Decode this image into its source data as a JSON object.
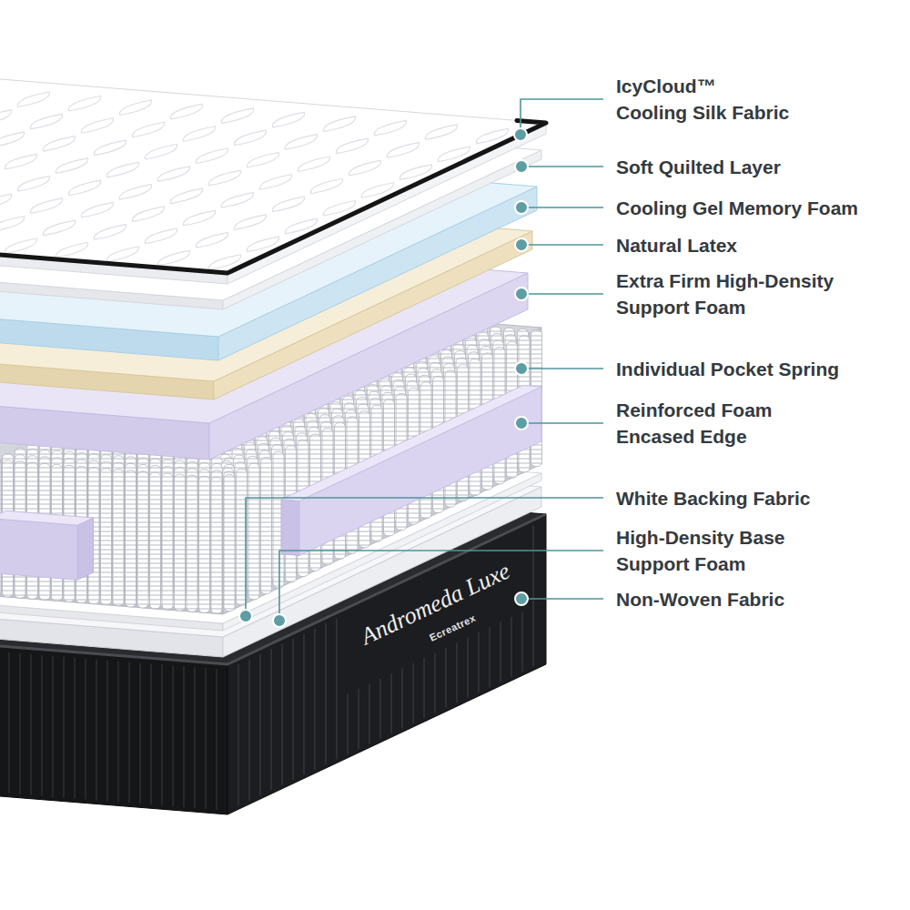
{
  "diagram": {
    "labels": [
      "IcyCloud™ Cooling Silk Fabric",
      "Soft Quilted Layer",
      "Cooling Gel Memory Foam",
      "Natural Latex",
      "Extra Firm High-Density Support Foam",
      "Individual Pocket Spring",
      "Reinforced Foam Encased Edge",
      "White Backing Fabric",
      "High-Density Base Support Foam",
      "Non-Woven Fabric",
      "Andromeda Luxe",
      "Ecreatrex"
    ]
  }
}
